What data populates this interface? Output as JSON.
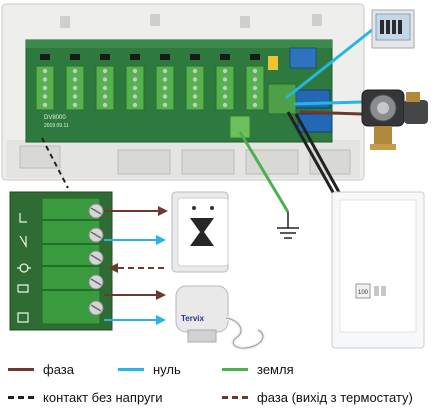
{
  "controller": {
    "board_model": "DV8000",
    "board_date": "2019  09.11"
  },
  "boiler": {
    "display_text": "100"
  },
  "actuator": {
    "brand": "Tervix"
  },
  "colors": {
    "phase": "#6b3a2c",
    "neutral": "#27b6e3",
    "ground": "#4caf50",
    "dry_contact": "#222222",
    "phase_thermostat": "#6b3a2c"
  },
  "legend": [
    {
      "key": "phase",
      "label": "фаза"
    },
    {
      "key": "neutral",
      "label": "нуль"
    },
    {
      "key": "ground",
      "label": "земля"
    },
    {
      "key": "dry_contact",
      "label": "контакт без напруги"
    },
    {
      "key": "phase_thermostat",
      "label": "фаза (вихід з термостату)"
    }
  ]
}
